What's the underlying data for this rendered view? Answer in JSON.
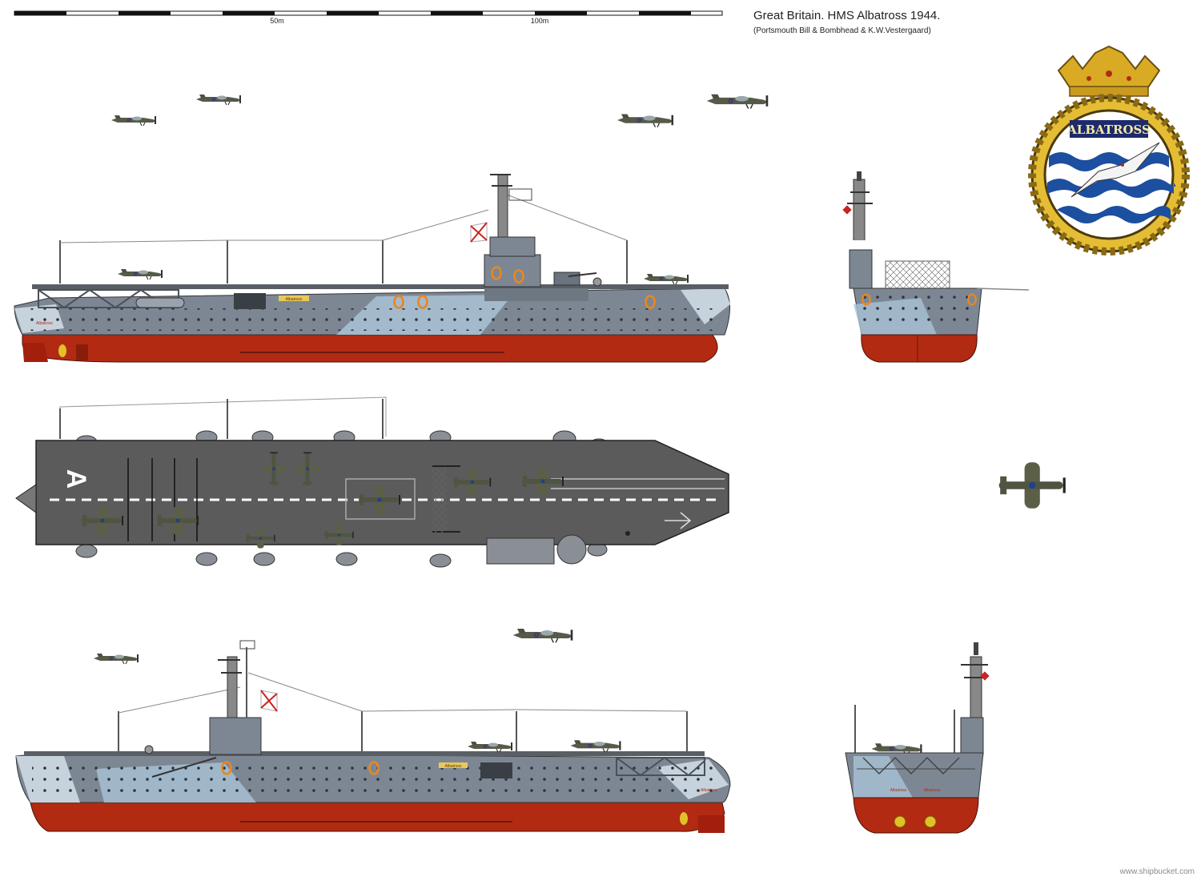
{
  "header": {
    "title": "Great Britain. HMS  Albatross 1944.",
    "subtitle": "(Portsmouth Bill & Bombhead & K.W.Vestergaard)"
  },
  "scale_bar": {
    "labels": [
      "50m",
      "100m"
    ]
  },
  "badge": {
    "name": "ALBATROSS"
  },
  "hull_markings": {
    "ship_name": "Albatross",
    "deck_letter": "A"
  },
  "footer": {
    "credit": "www.shipbucket.com"
  },
  "colors": {
    "hull_red": "#b22a12",
    "hull_grey": "#7d8794",
    "camo_light": "#a9c3d6",
    "deck": "#5b5b5b",
    "badge_gold": "#e0b52c",
    "badge_blue": "#1c4fa0"
  }
}
